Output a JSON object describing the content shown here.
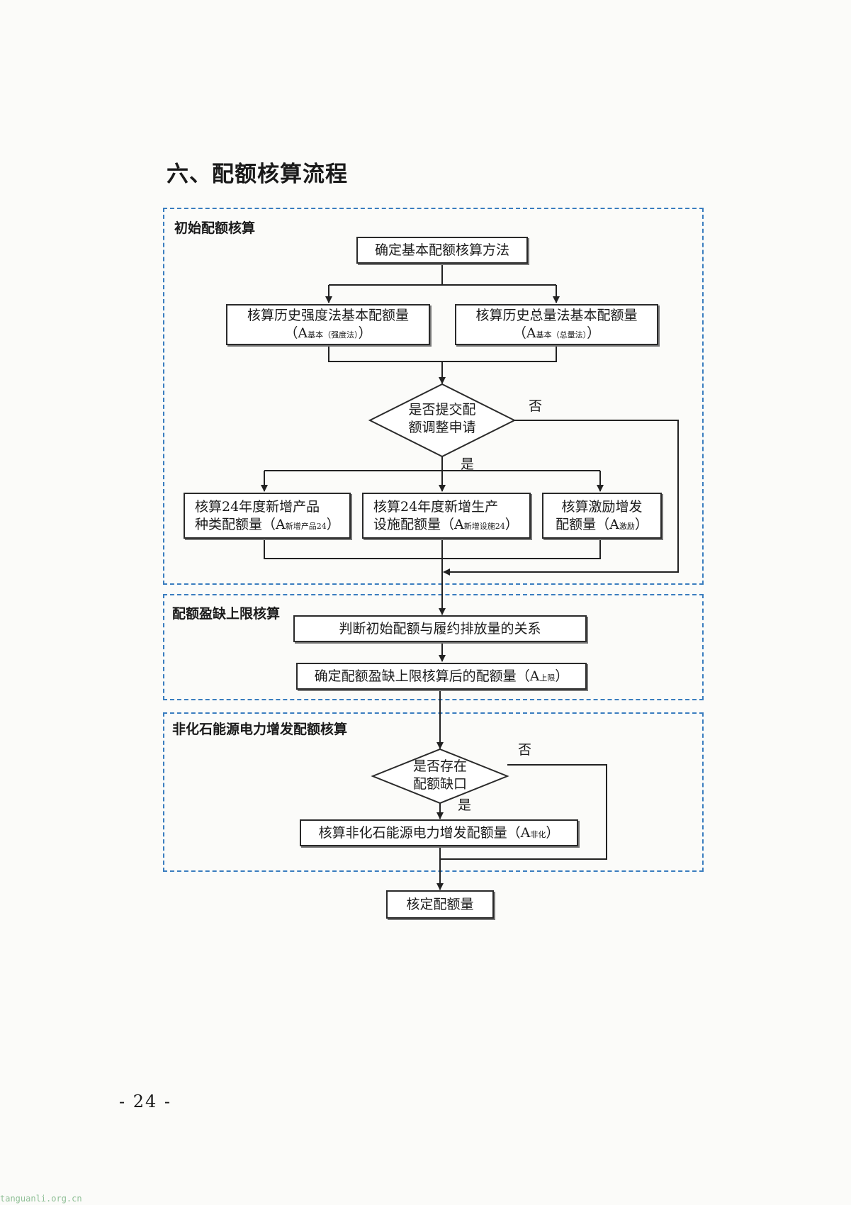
{
  "heading": "六、配额核算流程",
  "sections": {
    "initial": "初始配额核算",
    "cap": "配额盈缺上限核算",
    "nonfossil": "非化石能源电力增发配额核算"
  },
  "nodes": {
    "method": "确定基本配额核算方法",
    "intensity": {
      "line1": "核算历史强度法基本配额量",
      "a": "A",
      "sub": "基本（强度法）"
    },
    "total": {
      "line1": "核算历史总量法基本配额量",
      "a": "A",
      "sub": "基本（总量法）"
    },
    "decision1": {
      "line1": "是否提交配",
      "line2": "额调整申请"
    },
    "newproduct": {
      "line1": "核算24年度新增产品",
      "line2": "种类配额量（",
      "a": "A",
      "sub": "新增产品24",
      "close": "）"
    },
    "newfacility": {
      "line1": "核算24年度新增生产",
      "line2": "设施配额量（",
      "a": "A",
      "sub": "新增设施24",
      "close": "）"
    },
    "incentive": {
      "line1": "核算激励增发",
      "line2": "配额量（",
      "a": "A",
      "sub": "激励",
      "close": "）"
    },
    "judge": "判断初始配额与履约排放量的关系",
    "cap_result": {
      "text": "确定配额盈缺上限核算后的配额量（",
      "a": "A",
      "sub": "上限",
      "close": "）"
    },
    "decision2": {
      "line1": "是否存在",
      "line2": "配额缺口"
    },
    "nonfossil_calc": {
      "text": "核算非化石能源电力增发配额量（",
      "a": "A",
      "sub": "非化",
      "close": "）"
    },
    "final": "核定配额量"
  },
  "labels": {
    "yes": "是",
    "no": "否"
  },
  "page_number": "- 24 -",
  "watermark": "tanguanli.org.cn",
  "colors": {
    "section_border": "#3a7dbf",
    "box_border": "#2a2a2a"
  }
}
